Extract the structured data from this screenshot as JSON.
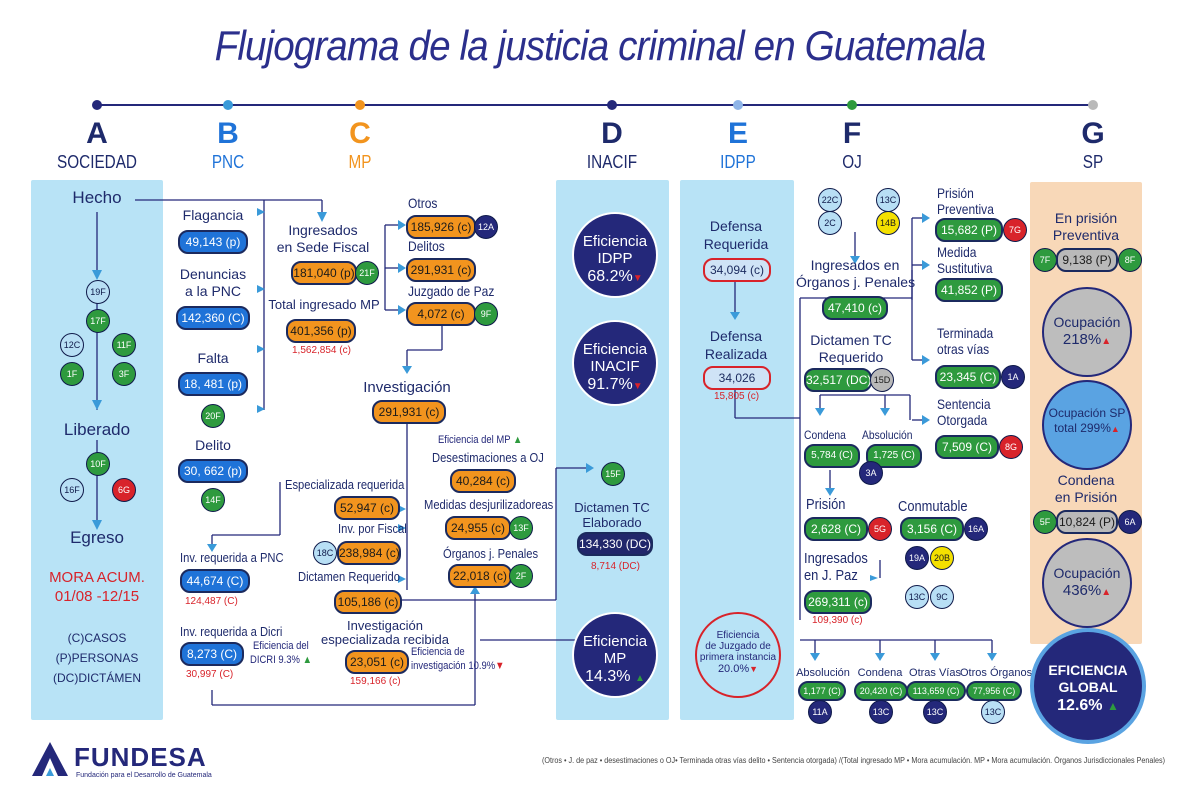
{
  "title": "Flujograma de la justicia criminal en Guatemala",
  "columns": [
    {
      "letter": "A",
      "name": "SOCIEDAD",
      "color": "#1e2a6b"
    },
    {
      "letter": "B",
      "name": "PNC",
      "color": "#1f73d8"
    },
    {
      "letter": "C",
      "name": "MP",
      "color": "#f2941e"
    },
    {
      "letter": "D",
      "name": "INACIF",
      "color": "#1e2a6b"
    },
    {
      "letter": "E",
      "name": "IDPP",
      "color": "#1f73d8"
    },
    {
      "letter": "F",
      "name": "OJ",
      "color": "#1e2a6b"
    },
    {
      "letter": "G",
      "name": "SP",
      "color": "#1e2a6b"
    }
  ],
  "colA": {
    "hecho": "Hecho",
    "badges_top": [
      "19F",
      "17F",
      "12C",
      "11F",
      "1F",
      "3F"
    ],
    "liberado": "Liberado",
    "badges_lib": [
      "10F",
      "16F",
      "6G"
    ],
    "egreso": "Egreso",
    "mora": "MORA ACUM.",
    "mora_range": "01/08 -12/15",
    "legend": [
      "(C)CASOS",
      "(P)PERSONAS",
      "(DC)DICTÁMEN"
    ]
  },
  "colB": {
    "flagancia": "Flagancia",
    "flagancia_val": "49,143 (p)",
    "denuncias": "Denuncias",
    "denuncias2": "a la PNC",
    "denuncias_val": "142,360 (C)",
    "falta": "Falta",
    "falta_val": "18, 481 (p)",
    "falta_badge": "20F",
    "delito": "Delito",
    "delito_val": "30, 662 (p)",
    "delito_badge": "14F",
    "inv_pnc": "Inv. requerida a PNC",
    "inv_pnc_val": "44,674 (C)",
    "inv_pnc_sub": "124,487 (C)",
    "inv_dicri": "Inv. requerida a Dicri",
    "inv_dicri_val": "8,273 (C)",
    "inv_dicri_sub": "30,997 (C)",
    "efic_dicri": "Eficiencia del",
    "efic_dicri2": "DICRI 9.3%"
  },
  "colC": {
    "ingresados": "Ingresados",
    "ingresados2": "en Sede Fiscal",
    "ingresados_val": "181,040 (p)",
    "ingresados_badge": "21F",
    "total": "Total ingresado MP",
    "total_val": "401,356 (p)",
    "total_sub": "1,562,854 (c)",
    "otros": "Otros",
    "otros_val": "185,926 (c)",
    "otros_badge": "12A",
    "delitos": "Delitos",
    "delitos_val": "291,931 (c)",
    "juzgado": "Juzgado de Paz",
    "juzgado_val": "4,072 (c)",
    "juzgado_badge": "9F",
    "investigacion": "Investigación",
    "investigacion_val": "291,931 (c)",
    "efic_mp": "Eficiencia del MP",
    "desest": "Desestimaciones a OJ",
    "desest_val": "40,284 (c)",
    "medidas": "Medidas desjurilizadoreas",
    "medidas_val": "24,955 (c)",
    "medidas_badge": "13F",
    "organos": "Órganos j. Penales",
    "organos_val": "22,018 (c)",
    "organos_badge": "2F",
    "especializada": "Especializada requerida",
    "especializada_val": "52,947 (c)",
    "inv_fiscal": "Inv. por Fiscal",
    "inv_fiscal_val": "238,984 (c)",
    "inv_fiscal_badge": "18C",
    "dictamen": "Dictamen Requerido",
    "dictamen_val": "105,186 (c)",
    "inv_esp": "Investigación",
    "inv_esp2": "especializada recibida",
    "inv_esp_val": "23,051 (c)",
    "inv_esp_sub": "159,166 (c)",
    "efic_inv": "Eficiencia de",
    "efic_inv2": "investigación 10.9%"
  },
  "colD": {
    "e1_title": "Eficiencia",
    "e1_sub": "IDPP",
    "e1_val": "68.2%",
    "e2_title": "Eficiencia",
    "e2_sub": "INACIF",
    "e2_val": "91.7%",
    "dictamen_badge": "15F",
    "dictamen": "Dictamen TC",
    "dictamen2": "Elaborado",
    "dictamen_val": "134,330 (DC)",
    "dictamen_sub": "8,714 (DC)",
    "e3_title": "Eficiencia",
    "e3_sub": "MP",
    "e3_val": "14.3%"
  },
  "colE": {
    "requerida": "Defensa",
    "requerida2": "Requerida",
    "requerida_val": "34,094 (c)",
    "realizada": "Defensa",
    "realizada2": "Realizada",
    "realizada_val": "34,026",
    "realizada_sub": "15,805 (c)",
    "efic1": "Eficiencia",
    "efic2": "de Juzgado de",
    "efic3": "primera instancia",
    "efic_val": "20.0%"
  },
  "colF": {
    "badges_top": [
      "22C",
      "13C",
      "2C",
      "14B"
    ],
    "ingresados": "Ingresados en",
    "ingresados2": "Órganos j. Penales",
    "ingresados_val": "47,410 (c)",
    "prision_prev": "Prisión",
    "prision_prev2": "Preventiva",
    "prision_prev_val": "15,682 (P)",
    "prision_prev_badge": "7G",
    "medida": "Medida",
    "medida2": "Sustitutiva",
    "medida_val": "41,852 (P)",
    "terminada": "Terminada",
    "terminada2": "otras vías",
    "terminada_val": "23,345 (C)",
    "terminada_badge": "1A",
    "dictamen": "Dictamen TC",
    "dictamen2": "Requerido",
    "dictamen_val": "32,517 (DC)",
    "dictamen_badge": "15D",
    "sentencia": "Sentencia",
    "sentencia2": "Otorgada",
    "sentencia_val": "7,509 (C)",
    "sentencia_badge": "8G",
    "condena": "Condena",
    "condena_val": "5,784 (C)",
    "absolucion": "Absolución",
    "absolucion_val": "1,725 (C)",
    "badge_3a": "3A",
    "prision": "Prisión",
    "prision_val": "2,628 (C)",
    "prision_badge": "5G",
    "conmutable": "Conmutable",
    "conmutable_val": "3,156 (C)",
    "conmutable_badge": "16A",
    "paz_badges": [
      "19A",
      "20B",
      "13C",
      "9C"
    ],
    "ingresados_paz": "Ingresados",
    "ingresados_paz2": "en J. Paz",
    "ingresados_paz_val": "269,311 (c)",
    "ingresados_paz_sub": "109,390 (c)",
    "outcomes": [
      {
        "label": "Absolución",
        "val": "1,177 (C)",
        "badge": "11A"
      },
      {
        "label": "Condena",
        "val": "20,420 (C)",
        "badge": "13C"
      },
      {
        "label": "Otras Vías",
        "val": "113,659 (C)",
        "badge": "13C"
      },
      {
        "label": "Otros Órganos",
        "val": "77,956 (C)",
        "badge": "13C"
      }
    ]
  },
  "colG": {
    "prision_prev": "En prisión",
    "prision_prev2": "Preventiva",
    "prision_prev_val": "9,138 (P)",
    "badge_l": "7F",
    "badge_r": "8F",
    "ocup1_title": "Ocupación",
    "ocup1_val": "218%",
    "ocup2_title": "Ocupación SP",
    "ocup2_sub": "total",
    "ocup2_val": "299%",
    "condena": "Condena",
    "condena2": "en Prisión",
    "condena_val": "10,824 (P)",
    "badge_cl": "5F",
    "badge_cr": "6A",
    "ocup3_title": "Ocupación",
    "ocup3_val": "436%",
    "global_title": "EFICIENCIA",
    "global_sub": "GLOBAL",
    "global_val": "12.6%"
  },
  "footer": {
    "brand": "FUNDESA",
    "brand_sub": "Fundación para el Desarrollo de Guatemala",
    "note": "(Otros • J. de paz • desestimaciones o OJ• Terminada otras vías delito • Sentencia otorgada) /(Total ingresado MP • Mora acumulación. MP • Mora acumulación. Órganos Jurisdiccionales Penales)"
  }
}
